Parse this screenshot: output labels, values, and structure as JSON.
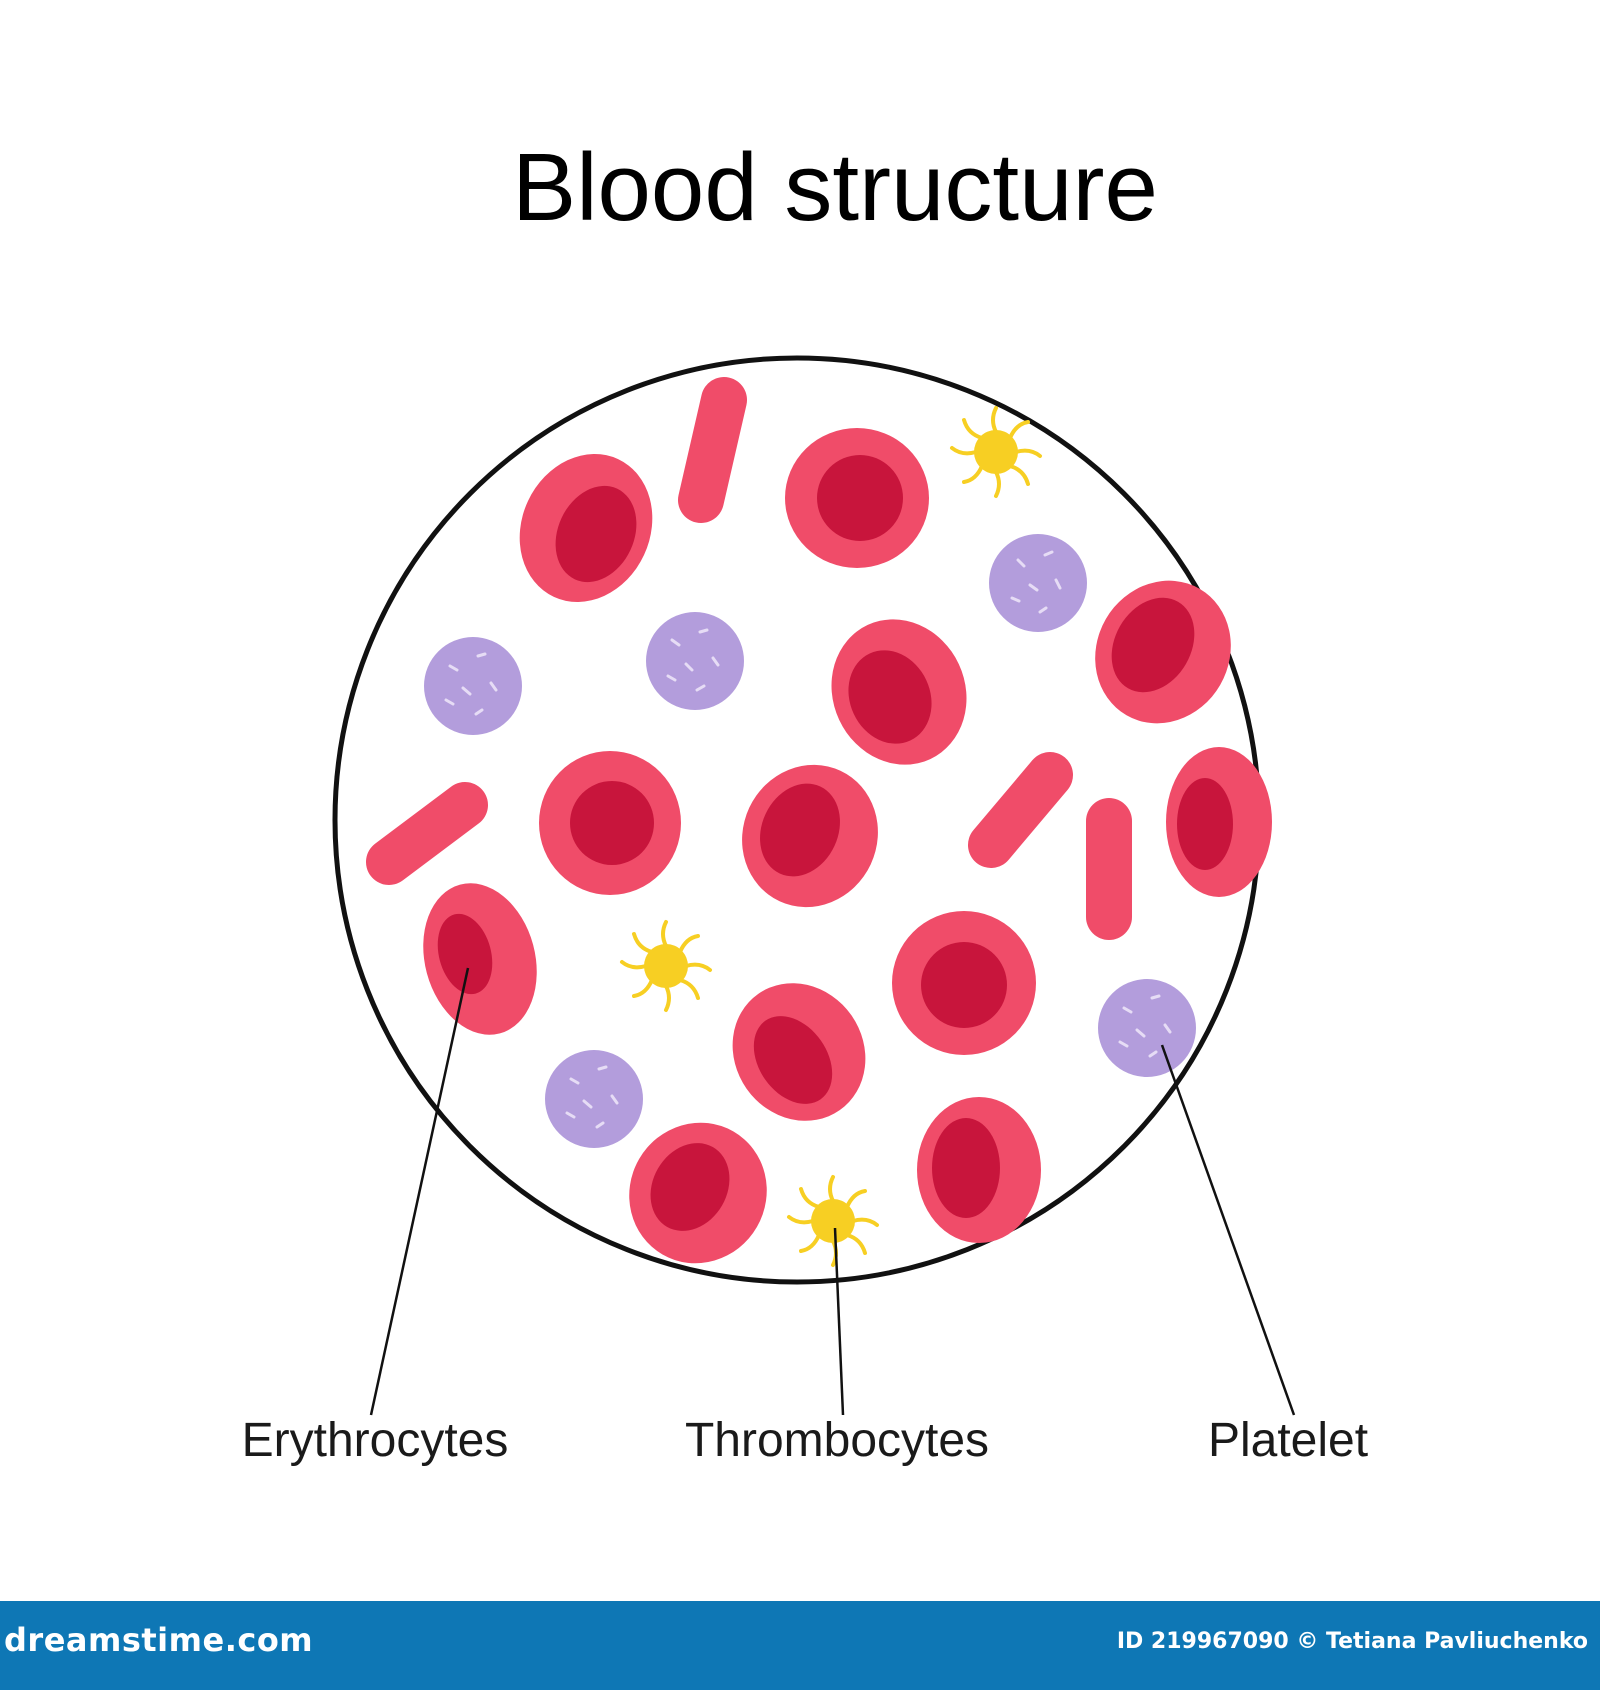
{
  "diagram": {
    "title": "Blood structure",
    "labels": {
      "erythrocytes": "Erythrocytes",
      "thrombocytes": "Thrombocytes",
      "platelet": "Platelet"
    }
  },
  "colors": {
    "erythrocyte_outer": "#f04c69",
    "erythrocyte_inner": "#c8153c",
    "leukocyte": "#b39ddc",
    "leukocyte_dots": "#e6dcf5",
    "thrombocyte": "#f7cf23",
    "outline": "#111111",
    "footer": "#0e77b5"
  },
  "footer": {
    "site": "dreamstime.com",
    "credit": "ID 219967090 © Tetiana Pavliuchenko"
  }
}
